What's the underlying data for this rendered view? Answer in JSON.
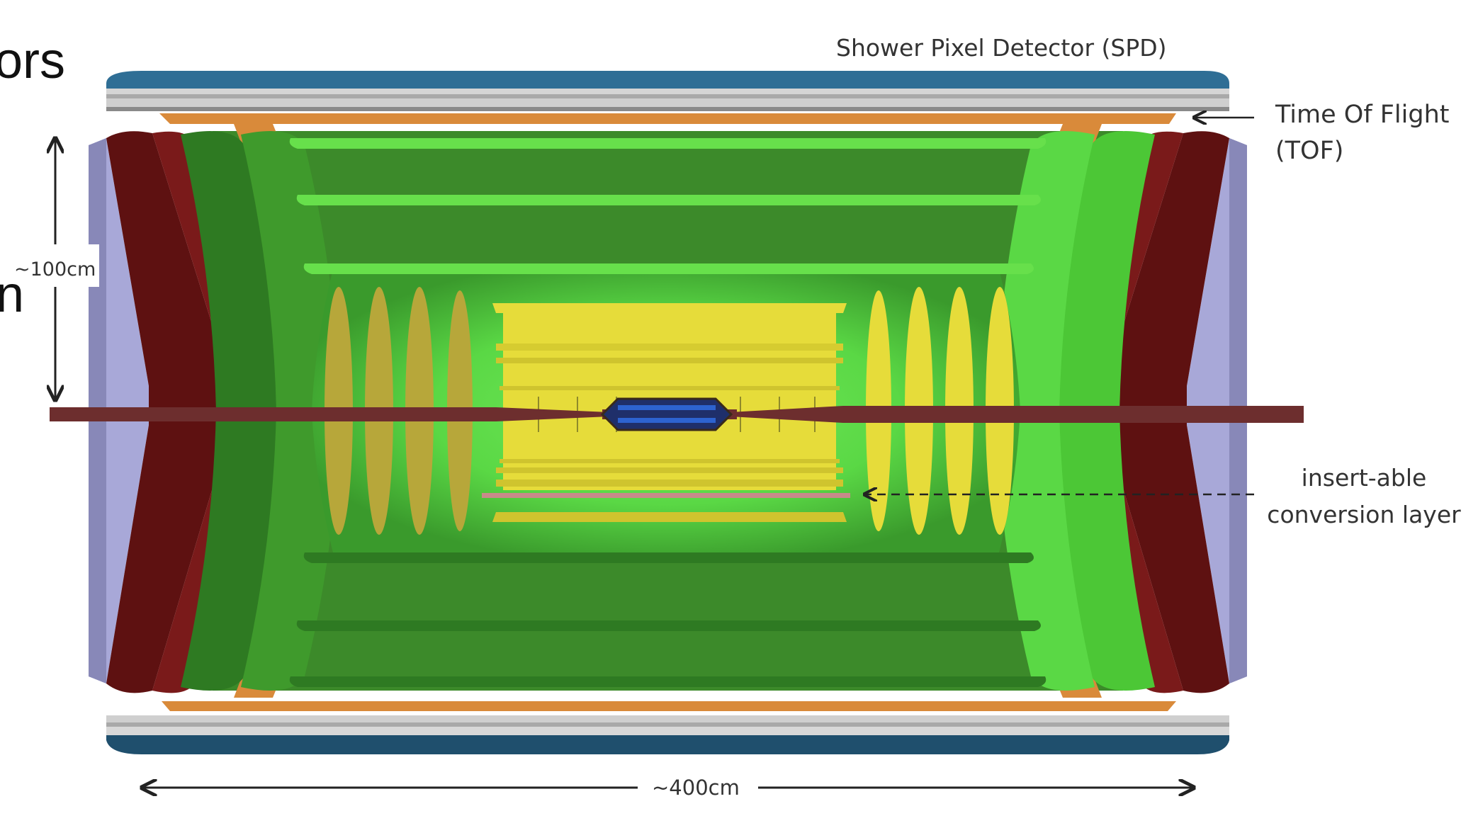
{
  "labels": {
    "spd": "Shower Pixel Detector (SPD)",
    "tof_line1": "Time Of Flight",
    "tof_line2": "(TOF)",
    "conversion_line1": "insert-able",
    "conversion_line2": "conversion layer",
    "radius_dimension": "~100cm",
    "length_dimension": "~400cm"
  },
  "cut_off_text": {
    "top": "ors",
    "middle": "n"
  },
  "colors": {
    "outer_tile_blue": "#2f6e95",
    "tile_grey": "#c7c7c7",
    "tof_orange": "#d98a3a",
    "endcap_dark_red": "#5e1111",
    "endcap_lavender": "#a8a8d8",
    "green_dark": "#3c8a2a",
    "green_mid": "#4cc736",
    "green_light": "#67e04b",
    "yellow": "#e6dc3a",
    "olive": "#b7a73a",
    "beam_pipe": "#6d2e2e",
    "core_blue": "#2d63d0"
  }
}
